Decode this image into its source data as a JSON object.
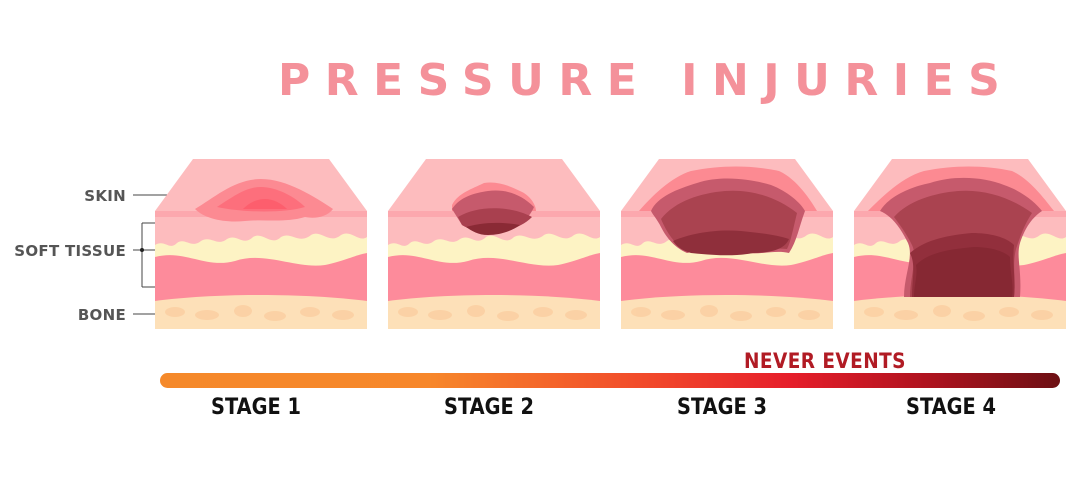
{
  "title": "PRESSURE INJURIES",
  "legend": {
    "skin": "SKIN",
    "soft_tissue": "SOFT TISSUE",
    "bone": "BONE"
  },
  "timeline": {
    "annotation": "NEVER EVENTS",
    "gradient_colors": [
      "#f5892a",
      "#e61e2a",
      "#6d1014"
    ]
  },
  "stages": [
    {
      "label": "STAGE 1"
    },
    {
      "label": "STAGE 2"
    },
    {
      "label": "STAGE 3"
    },
    {
      "label": "STAGE 4"
    }
  ],
  "colors": {
    "title": "#f4919a",
    "skin": "#fdbcbe",
    "fat": "#fdf3c4",
    "muscle": "#fd8b9b",
    "bone": "#fde0b8",
    "wound_dark": "#8a2a35"
  }
}
